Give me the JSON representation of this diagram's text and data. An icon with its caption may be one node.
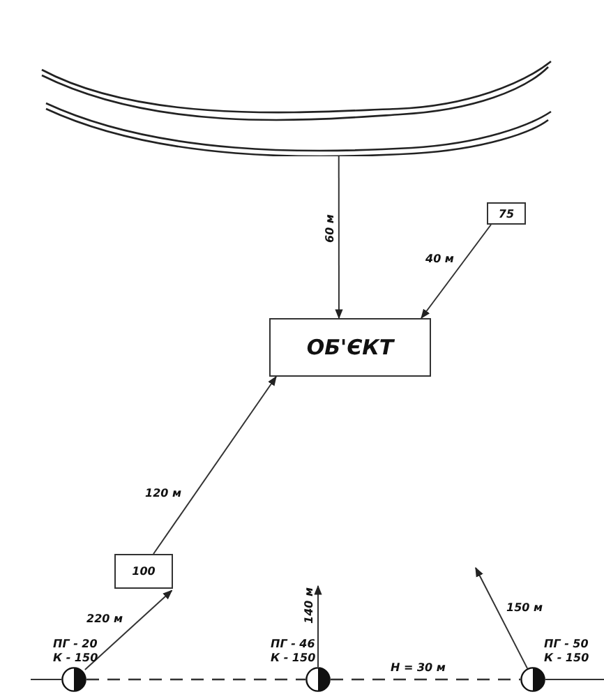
{
  "diagram": {
    "nodes": [
      {
        "text": [
          "ОБ'ЄКТ"
        ]
      },
      {
        "text": [
          "75"
        ]
      },
      {
        "text": [
          "100"
        ]
      },
      {
        "text": [],
        "shape": "hydrant",
        "beside": [
          "ПГ - 20",
          "К - 150"
        ]
      },
      {
        "text": [],
        "shape": "hydrant",
        "beside": [
          "ПГ - 46",
          "К - 150"
        ]
      },
      {
        "text": [],
        "shape": "hydrant",
        "beside": [
          "ПГ - 50",
          "К - 150"
        ]
      },
      {
        "text": [],
        "shape": "river"
      }
    ],
    "edges": [
      {
        "from": 6,
        "to": 0,
        "arrow": "to",
        "label": "60 м"
      },
      {
        "from": 1,
        "to": 0,
        "arrow": "to",
        "label": "40 м"
      },
      {
        "from": 2,
        "to": 0,
        "arrow": "to",
        "label": "120 м"
      },
      {
        "from": 3,
        "to": 2,
        "arrow": "to",
        "label": "220 м"
      },
      {
        "from": 4,
        "to": null,
        "arrow": "to",
        "label": "140 м"
      },
      {
        "from": 5,
        "to": null,
        "arrow": "to",
        "label": "150 м"
      },
      {
        "from": 3,
        "to": 4,
        "arrow": "none",
        "style": "dashed"
      },
      {
        "from": 4,
        "to": 5,
        "arrow": "none",
        "style": "dashed",
        "label": "Н = 30 м"
      }
    ]
  }
}
